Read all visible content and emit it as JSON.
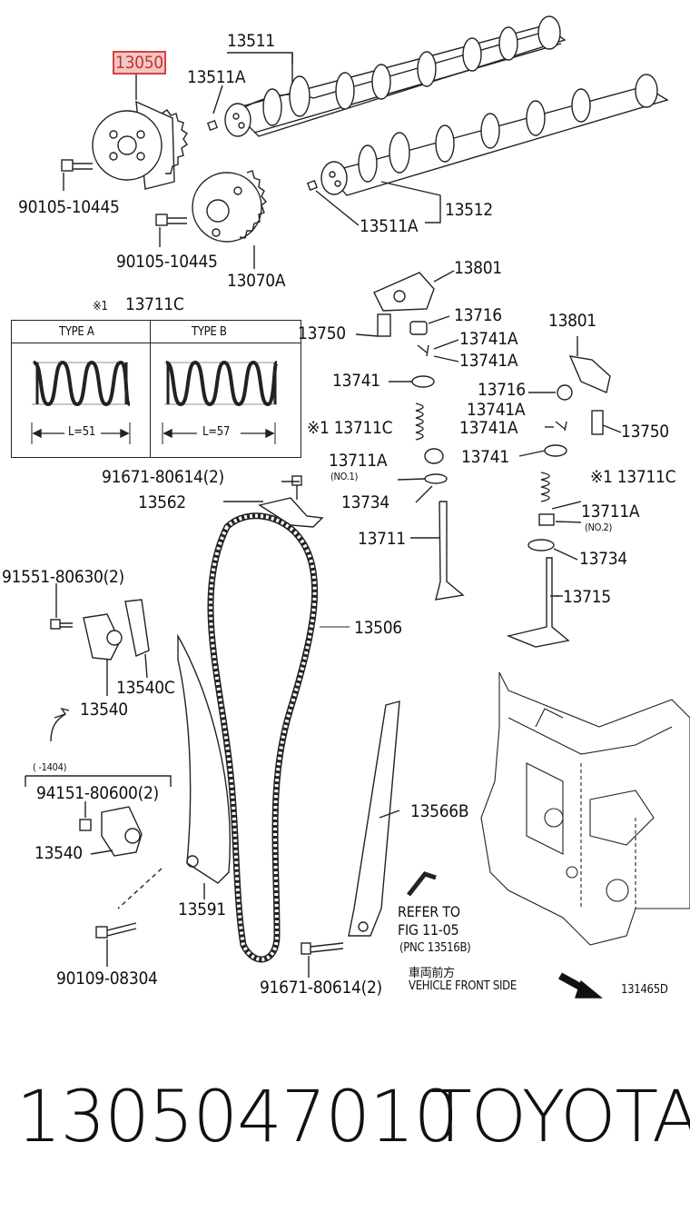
{
  "diagram": {
    "highlighted_part": "13050",
    "labels": {
      "p13511": "13511",
      "p13511A_top": "13511A",
      "p13050": "13050",
      "p90105_1": "90105-10445",
      "p90105_2": "90105-10445",
      "p13070A": "13070A",
      "p13511A_bot": "13511A",
      "p13512": "13512",
      "note_mark_1": "※1",
      "p13711C_top": "13711C",
      "p13801_a": "13801",
      "p13716_a": "13716",
      "p13750_a": "13750",
      "p13741A_a1": "13741A",
      "p13741A_a2": "13741A",
      "p13741_a": "13741",
      "p13711C_mid": "※1 13711C",
      "p13711A_a": "13711A",
      "no1": "(NO.1)",
      "p13734_a": "13734",
      "p13711": "13711",
      "p13801_b": "13801",
      "p13716_b": "13716",
      "p13741A_b1": "13741A",
      "p13741A_b2": "13741A",
      "p13750_b": "13750",
      "p13741_b": "13741",
      "p13711C_right": "※1 13711C",
      "p13711A_b": "13711A",
      "no2": "(NO.2)",
      "p13734_b": "13734",
      "p13715": "13715",
      "p91671_top": "91671-80614(2)",
      "p13562": "13562",
      "p91551": "91551-80630(2)",
      "p13506": "13506",
      "p13540C": "13540C",
      "p13540_a": "13540",
      "range_note": "(     -1404)",
      "p94151": "94151-80600(2)",
      "p13540_b": "13540",
      "p13566B": "13566B",
      "p13591": "13591",
      "p90109": "90109-08304",
      "p91671_bot": "91671-80614(2)",
      "refer1": "REFER TO",
      "refer2": "FIG 11-05",
      "refer3": "(PNC 13516B)",
      "jp_front": "車両前方",
      "vehicle_front": "VEHICLE FRONT SIDE",
      "drawing_no": "131465D"
    },
    "spring_table": {
      "type_a": "TYPE A",
      "type_b": "TYPE B",
      "len_a": "L=51",
      "len_b": "L=57"
    }
  },
  "footer": {
    "part_number": "1305047010",
    "brand": "TOYOTA"
  }
}
